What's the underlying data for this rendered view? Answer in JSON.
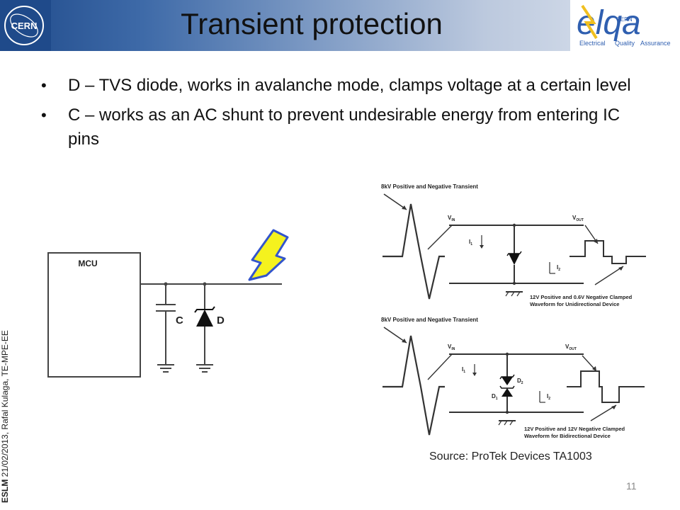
{
  "slide": {
    "title": "Transient protection",
    "page_number": "11",
    "source": "Source: ProTek Devices TA1003"
  },
  "sidebar": {
    "event": "ESLM",
    "date_author": " 21/02/2013,  Rafal Kulaga, TE-MPE-EE"
  },
  "logos": {
    "cern": "CERN",
    "elqa_main": "elqa",
    "elqa_inner": "CERN",
    "elqa_tagline_1": "Electrical",
    "elqa_tagline_2": "Quality",
    "elqa_tagline_3": "Assurance"
  },
  "bullets": [
    "D – TVS diode, works in avalanche mode, clamps voltage at a certain level",
    "C – works as an AC shunt to prevent undesirable energy from entering IC pins"
  ],
  "left_circuit": {
    "mcu_label": "MCU",
    "cap_label": "C",
    "diode_label": "D"
  },
  "figure1": {
    "transient_label": "8kV Positive and Negative Transient",
    "vin": "V",
    "vin_sub": "IN",
    "vout": "V",
    "vout_sub": "OUT",
    "i1": "I",
    "i1_sub": "1",
    "i2": "I",
    "i2_sub": "2",
    "caption_1": "12V Positive and 0.6V Negative Clamped",
    "caption_2": "Waveform for Unidirectional Device"
  },
  "figure2": {
    "transient_label": "8kV Positive and Negative Transient",
    "vin": "V",
    "vin_sub": "IN",
    "vout": "V",
    "vout_sub": "OUT",
    "i1": "I",
    "i1_sub": "1",
    "i2": "I",
    "i2_sub": "2",
    "d1": "D",
    "d1_sub": "1",
    "d2": "D",
    "d2_sub": "2",
    "caption_1": "12V Positive and 12V Negative Clamped",
    "caption_2": "Waveform for Bidirectional Device"
  },
  "colors": {
    "header_dark": "#1f4a8a",
    "header_light": "#ccd6e6",
    "bolt_fill": "#f5f21e",
    "bolt_stroke": "#3355cc",
    "elqa_blue": "#2f5fb0",
    "elqa_yellow": "#f0c020"
  }
}
